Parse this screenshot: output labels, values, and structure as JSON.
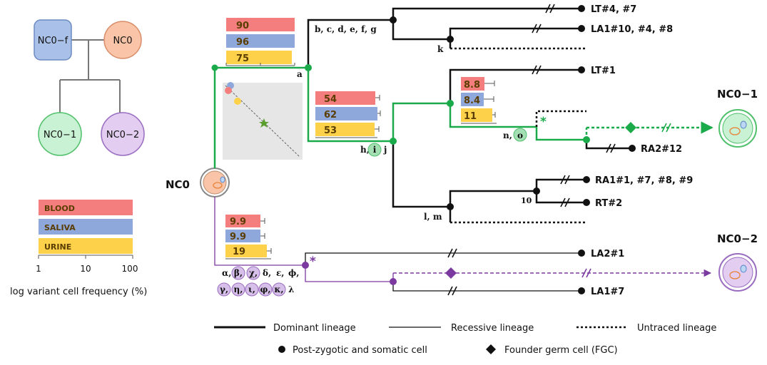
{
  "colors": {
    "blood": "#f47e7e",
    "saliva": "#8fa8dc",
    "urine": "#fdd24a",
    "green": "#1aaa4a",
    "purple": "#7b3aa0",
    "black": "#111111"
  },
  "pedigree": {
    "father": "NC0−f",
    "mother": "NC0",
    "child1": "NC0−1",
    "child2": "NC0−2"
  },
  "frequency_legend": {
    "items": [
      "BLOOD",
      "SALIVA",
      "URINE"
    ],
    "ticks": [
      "1",
      "10",
      "100"
    ],
    "axis_label": "log variant cell frequency (%)"
  },
  "root_label": "NC0",
  "bars": {
    "a": [
      "90",
      "96",
      "75"
    ],
    "h": [
      "54",
      "62",
      "53"
    ],
    "n": [
      "8.8",
      "8.4",
      "11"
    ],
    "purple": [
      "9.9",
      "9.9",
      "19"
    ]
  },
  "node_labels": {
    "a": "a",
    "bg": "b, c, d, e, f, g",
    "k": "k",
    "h_pre": "h,",
    "h_i": "i",
    "h_post": "j",
    "n_pre": "n,",
    "n_o": "o",
    "lm": "l, m",
    "ten": "10",
    "green_star": "*",
    "purple_star": "*"
  },
  "greek": {
    "row1": [
      "α,",
      "β,",
      "χ,",
      "δ,",
      "ε,",
      "ϕ,"
    ],
    "row2": [
      "γ,",
      "η,",
      "ι,",
      "φ,",
      "κ,",
      "λ"
    ]
  },
  "leaves": {
    "lt4": "LT#4, #7",
    "la1_10": "LA1#10, #4, #8",
    "lt1": "LT#1",
    "ra2": "RA2#12",
    "ra1": "RA1#1, #7, #8, #9",
    "rt2": "RT#2",
    "la2": "LA2#1",
    "la1_7": "LA1#7"
  },
  "offspring": {
    "nc01": "NC0−1",
    "nc02": "NC0−2"
  },
  "legend": {
    "dominant": "Dominant lineage",
    "recessive": "Recessive lineage",
    "untraced": "Untraced lineage",
    "somatic": "Post-zygotic and somatic cell",
    "fgc": "Founder germ cell (FGC)"
  }
}
